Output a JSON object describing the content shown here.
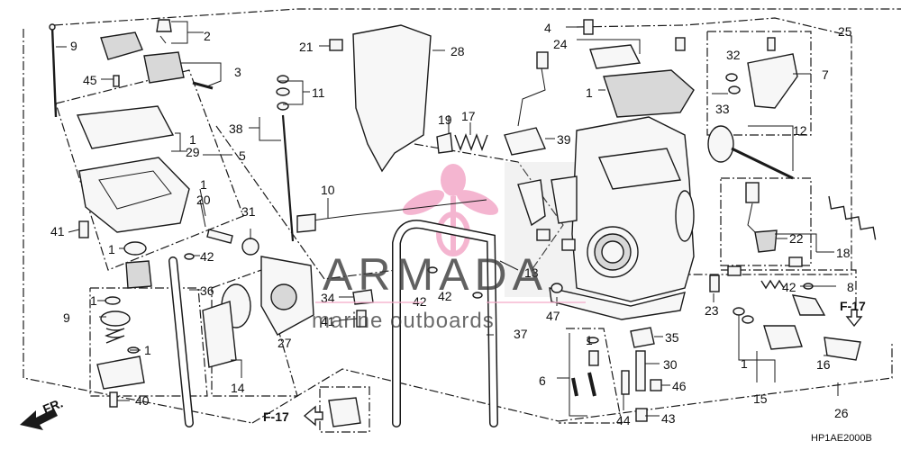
{
  "diagram": {
    "reference_code": "HP1AE2000B",
    "watermark": {
      "brand": "ARMADA",
      "tagline": "marine outboards"
    },
    "front_marker": "FR.",
    "external_refs": [
      "F-17",
      "F-17"
    ],
    "callouts": [
      "1",
      "1",
      "1",
      "1",
      "1",
      "1",
      "1",
      "1",
      "1",
      "2",
      "3",
      "4",
      "5",
      "6",
      "7",
      "8",
      "9",
      "9",
      "10",
      "11",
      "12",
      "13",
      "14",
      "15",
      "16",
      "17",
      "18",
      "19",
      "20",
      "21",
      "22",
      "23",
      "24",
      "25",
      "26",
      "27",
      "28",
      "29",
      "30",
      "31",
      "32",
      "33",
      "34",
      "35",
      "36",
      "37",
      "38",
      "39",
      "40",
      "41",
      "41",
      "42",
      "42",
      "42",
      "42",
      "43",
      "44",
      "45",
      "46",
      "47"
    ]
  }
}
